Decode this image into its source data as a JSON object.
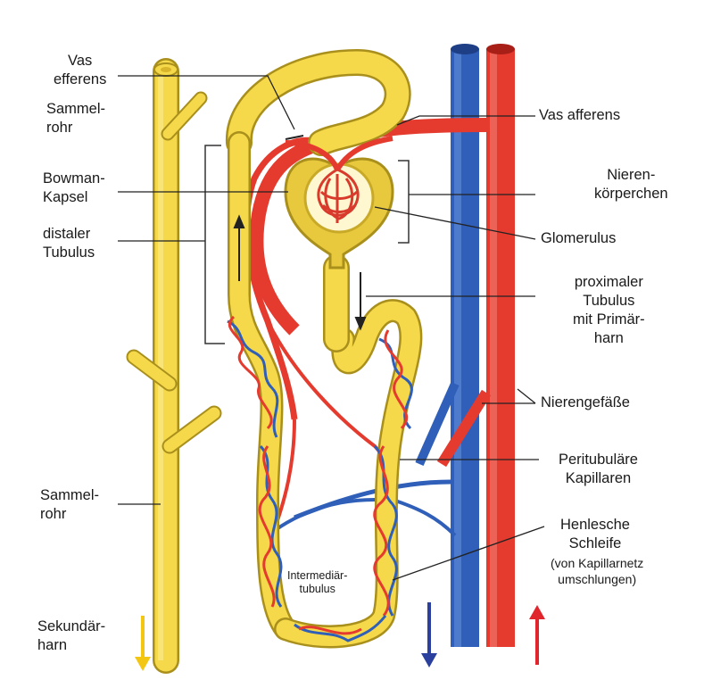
{
  "labels": {
    "vas_efferens": [
      "Vas",
      "efferens"
    ],
    "sammelrohr_top": [
      "Sammel-",
      "rohr"
    ],
    "bowman": [
      "Bowman-",
      "Kapsel"
    ],
    "distaler": [
      "distaler",
      "Tubulus"
    ],
    "sammelrohr_bottom": [
      "Sammel-",
      "rohr"
    ],
    "sekundaerharn": [
      "Sekundär-",
      "harn"
    ],
    "vas_afferens": "Vas afferens",
    "nierenkoerperchen": [
      "Nieren-",
      "körperchen"
    ],
    "glomerulus": "Glomerulus",
    "proximaler": [
      "proximaler",
      "Tubulus",
      "mit Primär-",
      "harn"
    ],
    "nierengefaesse": "Nierengefäße",
    "peritubulaere": [
      "Peritubuläre",
      "Kapillaren"
    ],
    "henlesche": [
      "Henlesche",
      "Schleife"
    ],
    "henlesche_note": [
      "(von Kapillarnetz",
      "umschlungen)"
    ],
    "intermediaer": [
      "Intermediär-",
      "tubulus"
    ]
  },
  "colors": {
    "tubule_yellow": "#f5d94a",
    "artery_red": "#e53b2f",
    "vein_blue": "#2f5fb8",
    "arrow_yellow": "#f3c613",
    "arrow_blue": "#2a3f9e",
    "arrow_red": "#e0262c"
  }
}
